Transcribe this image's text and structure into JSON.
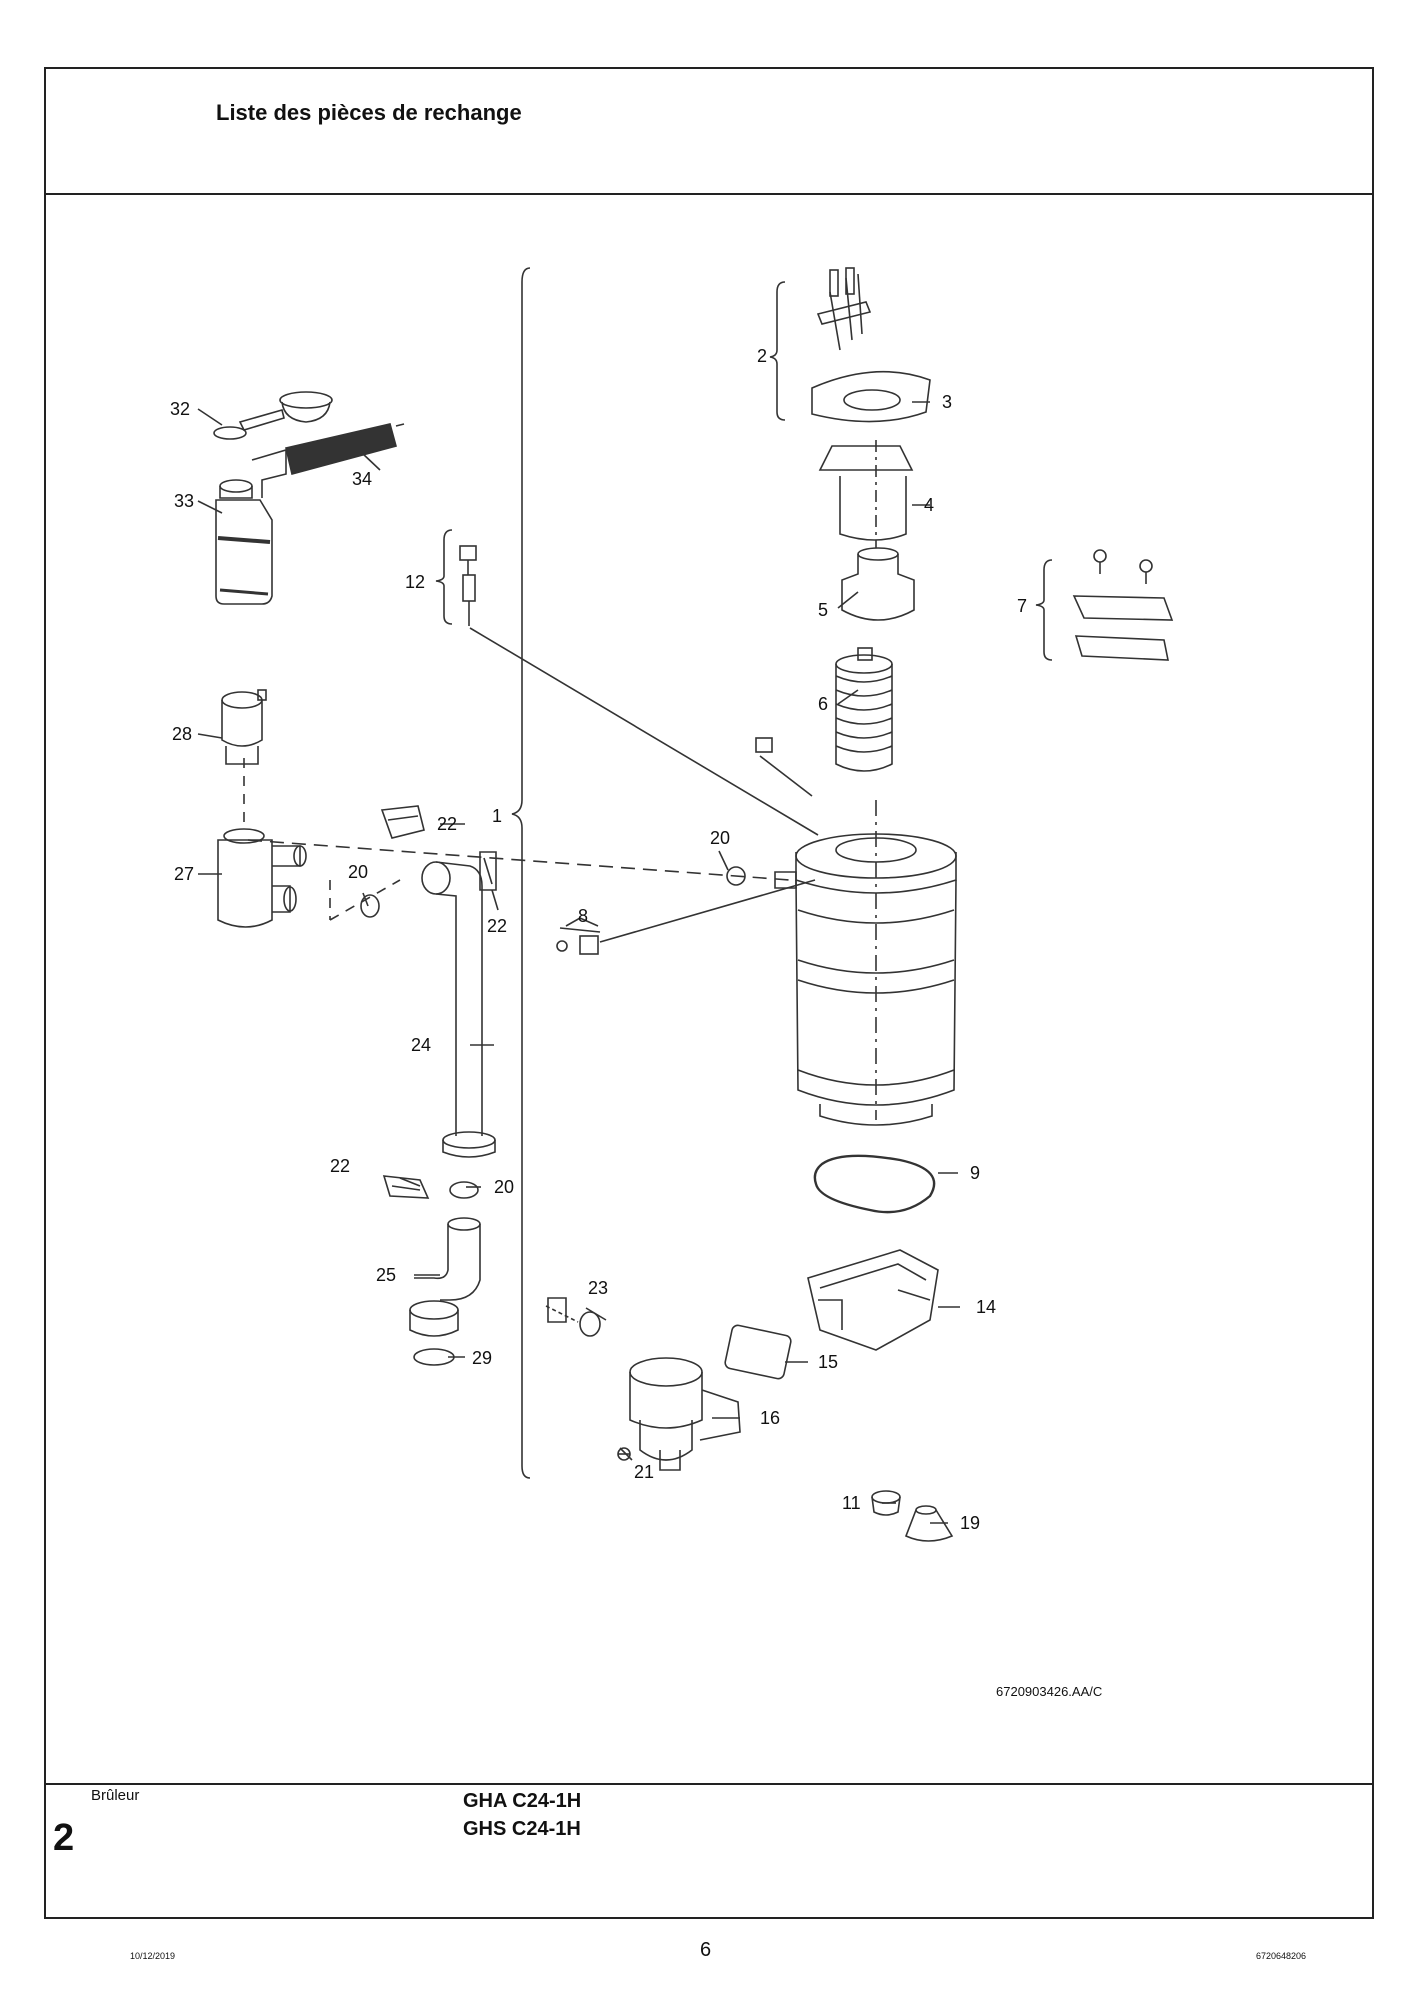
{
  "header": {
    "title": "Liste des pièces de rechange"
  },
  "diagram": {
    "drawing_id": "6720903426.AA/C",
    "labels": {
      "p1": "1",
      "p2": "2",
      "p3": "3",
      "p4": "4",
      "p5": "5",
      "p6": "6",
      "p7": "7",
      "p8": "8",
      "p9": "9",
      "p11": "11",
      "p12": "12",
      "p14": "14",
      "p15": "15",
      "p16": "16",
      "p19": "19",
      "p20a": "20",
      "p20b": "20",
      "p20c": "20",
      "p21": "21",
      "p22a": "22",
      "p22b": "22",
      "p22c": "22",
      "p23": "23",
      "p24": "24",
      "p25": "25",
      "p27": "27",
      "p28": "28",
      "p29": "29",
      "p32": "32",
      "p33": "33",
      "p34": "34"
    }
  },
  "footer": {
    "section_label": "Brûleur",
    "section_number": "2",
    "models": [
      "GHA C24-1H",
      "GHS C24-1H"
    ],
    "date": "10/12/2019",
    "page_number": "6",
    "document_id": "6720648206"
  }
}
